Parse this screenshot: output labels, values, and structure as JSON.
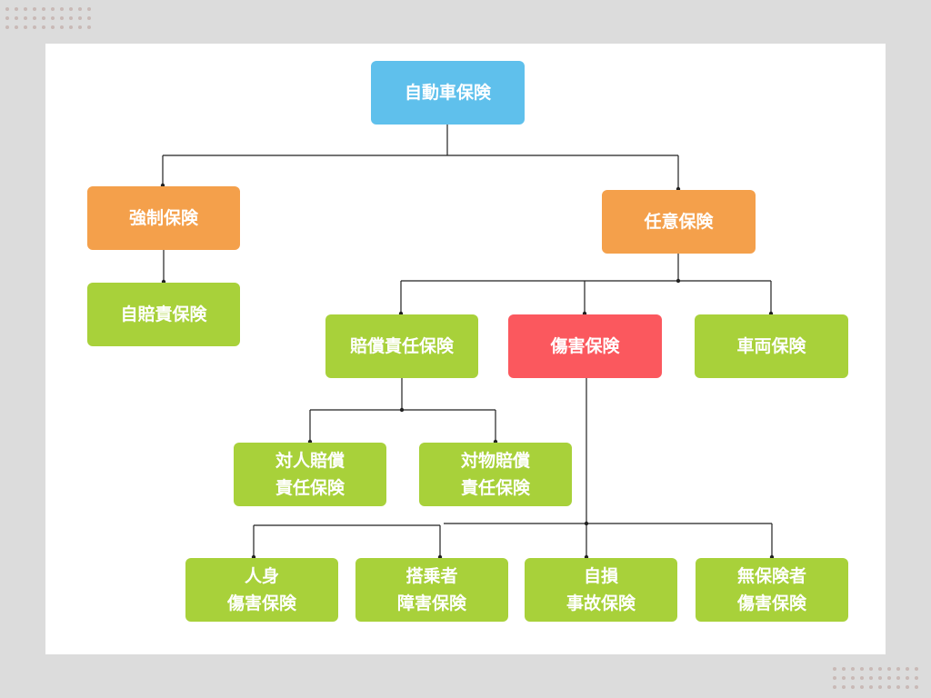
{
  "colors": {
    "blue": "#5fc0ec",
    "orange": "#f4a04b",
    "green": "#a8d13a",
    "red": "#fb585e",
    "line": "#222222"
  },
  "nodes": {
    "root": {
      "line1": "自動車保険"
    },
    "compulsory": {
      "line1": "強制保険"
    },
    "voluntary": {
      "line1": "任意保険"
    },
    "jibaiseki": {
      "line1": "自賠責保険"
    },
    "liability": {
      "line1": "賠償責任保険"
    },
    "injury": {
      "line1": "傷害保険"
    },
    "vehicle": {
      "line1": "車両保険"
    },
    "bodily": {
      "line1": "対人賠償",
      "line2": "責任保険"
    },
    "property": {
      "line1": "対物賠償",
      "line2": "責任保険"
    },
    "personal": {
      "line1": "人身",
      "line2": "傷害保険"
    },
    "passenger": {
      "line1": "搭乗者",
      "line2": "障害保険"
    },
    "selfloss": {
      "line1": "自損",
      "line2": "事故保険"
    },
    "uninsured": {
      "line1": "無保険者",
      "line2": "傷害保険"
    }
  }
}
